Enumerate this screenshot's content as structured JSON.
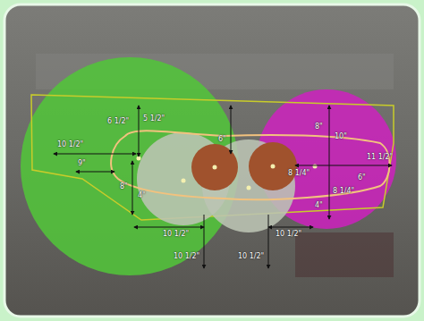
{
  "diagram": {
    "labels": [
      "6 1/2\"",
      "5 1/2\"",
      "8\"",
      "6\"",
      "10\"",
      "10 1/2\"",
      "11 1/2\"",
      "9\"",
      "8 1/4\"",
      "6\"",
      "8\"",
      "8 1/4\"",
      "4\"",
      "4\"",
      "10 1/2\"",
      "10 1/2\"",
      "10 1/2\"",
      "10 1/2\""
    ]
  }
}
